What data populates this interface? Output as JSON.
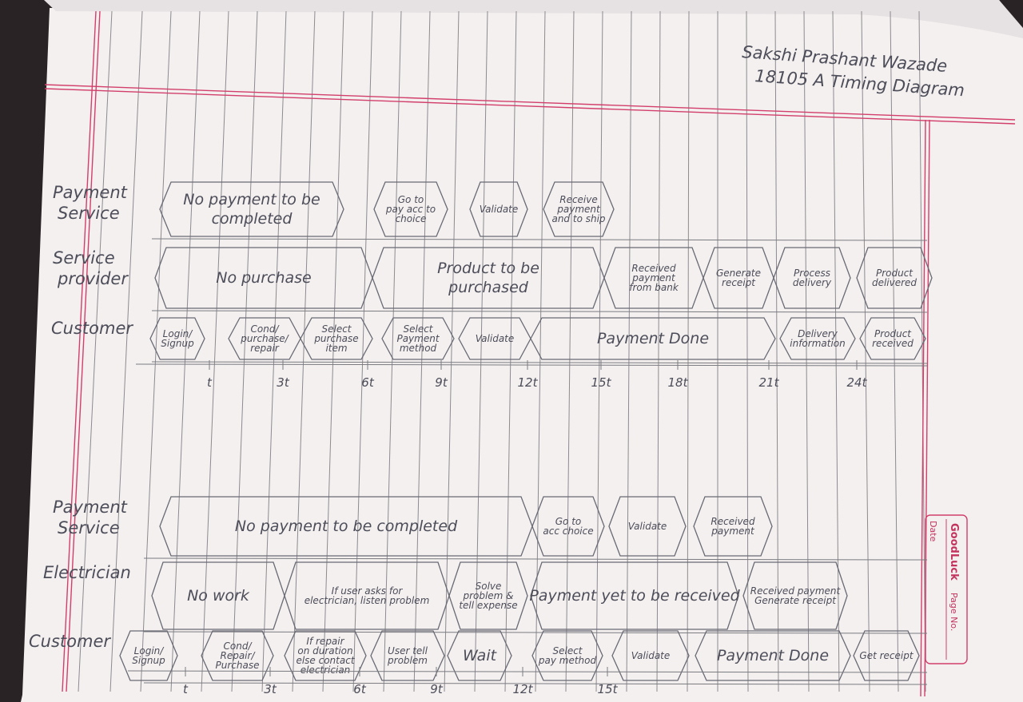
{
  "header": {
    "line1": "Sakshi Prashant Wazade",
    "line2": "18105 A Timing Diagram"
  },
  "brand": {
    "name": "GoodLuck",
    "date_label": "Date",
    "page_label": "Page No."
  },
  "diagrams": [
    {
      "ticks": [
        "t",
        "3t",
        "6t",
        "9t",
        "12t",
        "15t",
        "18t",
        "21t",
        "24t"
      ],
      "lanes": [
        {
          "label_lines": [
            "Payment",
            "Service"
          ],
          "states": [
            {
              "lines": [
                "No payment to be",
                "completed"
              ]
            },
            {
              "lines": [
                "Go to",
                "pay acc to",
                "choice"
              ]
            },
            {
              "lines": [
                "Validate"
              ]
            },
            {
              "lines": [
                "Receive",
                "payment",
                "and to ship"
              ]
            }
          ]
        },
        {
          "label_lines": [
            "Service",
            "provider"
          ],
          "states": [
            {
              "lines": [
                "No purchase"
              ]
            },
            {
              "lines": [
                "Product to be",
                "purchased"
              ]
            },
            {
              "lines": [
                "Received",
                "payment",
                "from bank"
              ]
            },
            {
              "lines": [
                "Generate",
                "receipt"
              ]
            },
            {
              "lines": [
                "Process",
                "delivery"
              ]
            },
            {
              "lines": [
                "Product",
                "delivered"
              ]
            }
          ]
        },
        {
          "label_lines": [
            "Customer"
          ],
          "states": [
            {
              "lines": [
                "Login/",
                "Signup"
              ]
            },
            {
              "lines": [
                "Cond/",
                "purchase/",
                "repair"
              ]
            },
            {
              "lines": [
                "Select",
                "purchase",
                "item"
              ]
            },
            {
              "lines": [
                "Select",
                "Payment",
                "method"
              ]
            },
            {
              "lines": [
                "Validate"
              ]
            },
            {
              "lines": [
                "Payment Done"
              ]
            },
            {
              "lines": [
                "Delivery",
                "information"
              ]
            },
            {
              "lines": [
                "Product",
                "received"
              ]
            }
          ]
        }
      ]
    },
    {
      "ticks": [
        "t",
        "3t",
        "6t",
        "9t",
        "12t",
        "15t"
      ],
      "lanes": [
        {
          "label_lines": [
            "Payment",
            "Service"
          ],
          "states": [
            {
              "lines": [
                "No payment to be completed"
              ]
            },
            {
              "lines": [
                "Go to",
                "acc choice"
              ]
            },
            {
              "lines": [
                "Validate"
              ]
            },
            {
              "lines": [
                "Received",
                "payment"
              ]
            }
          ]
        },
        {
          "label_lines": [
            "Electrician"
          ],
          "states": [
            {
              "lines": [
                "No work"
              ]
            },
            {
              "lines": [
                "If user asks for",
                "electrician, listen problem"
              ]
            },
            {
              "lines": [
                "Solve",
                "problem &",
                "tell expense"
              ]
            },
            {
              "lines": [
                "Payment yet to be received"
              ]
            },
            {
              "lines": [
                "Received payment",
                "Generate receipt"
              ]
            }
          ]
        },
        {
          "label_lines": [
            "Customer"
          ],
          "states": [
            {
              "lines": [
                "Login/",
                "Signup"
              ]
            },
            {
              "lines": [
                "Cond/",
                "Repair/",
                "Purchase"
              ]
            },
            {
              "lines": [
                "If repair",
                "on duration",
                "else contact",
                "electrician"
              ]
            },
            {
              "lines": [
                "User tell",
                "problem"
              ]
            },
            {
              "lines": [
                "Wait"
              ]
            },
            {
              "lines": [
                "Select",
                "pay method"
              ]
            },
            {
              "lines": [
                "Validate"
              ]
            },
            {
              "lines": [
                "Payment Done"
              ]
            },
            {
              "lines": [
                "Get receipt"
              ]
            }
          ]
        }
      ]
    }
  ]
}
